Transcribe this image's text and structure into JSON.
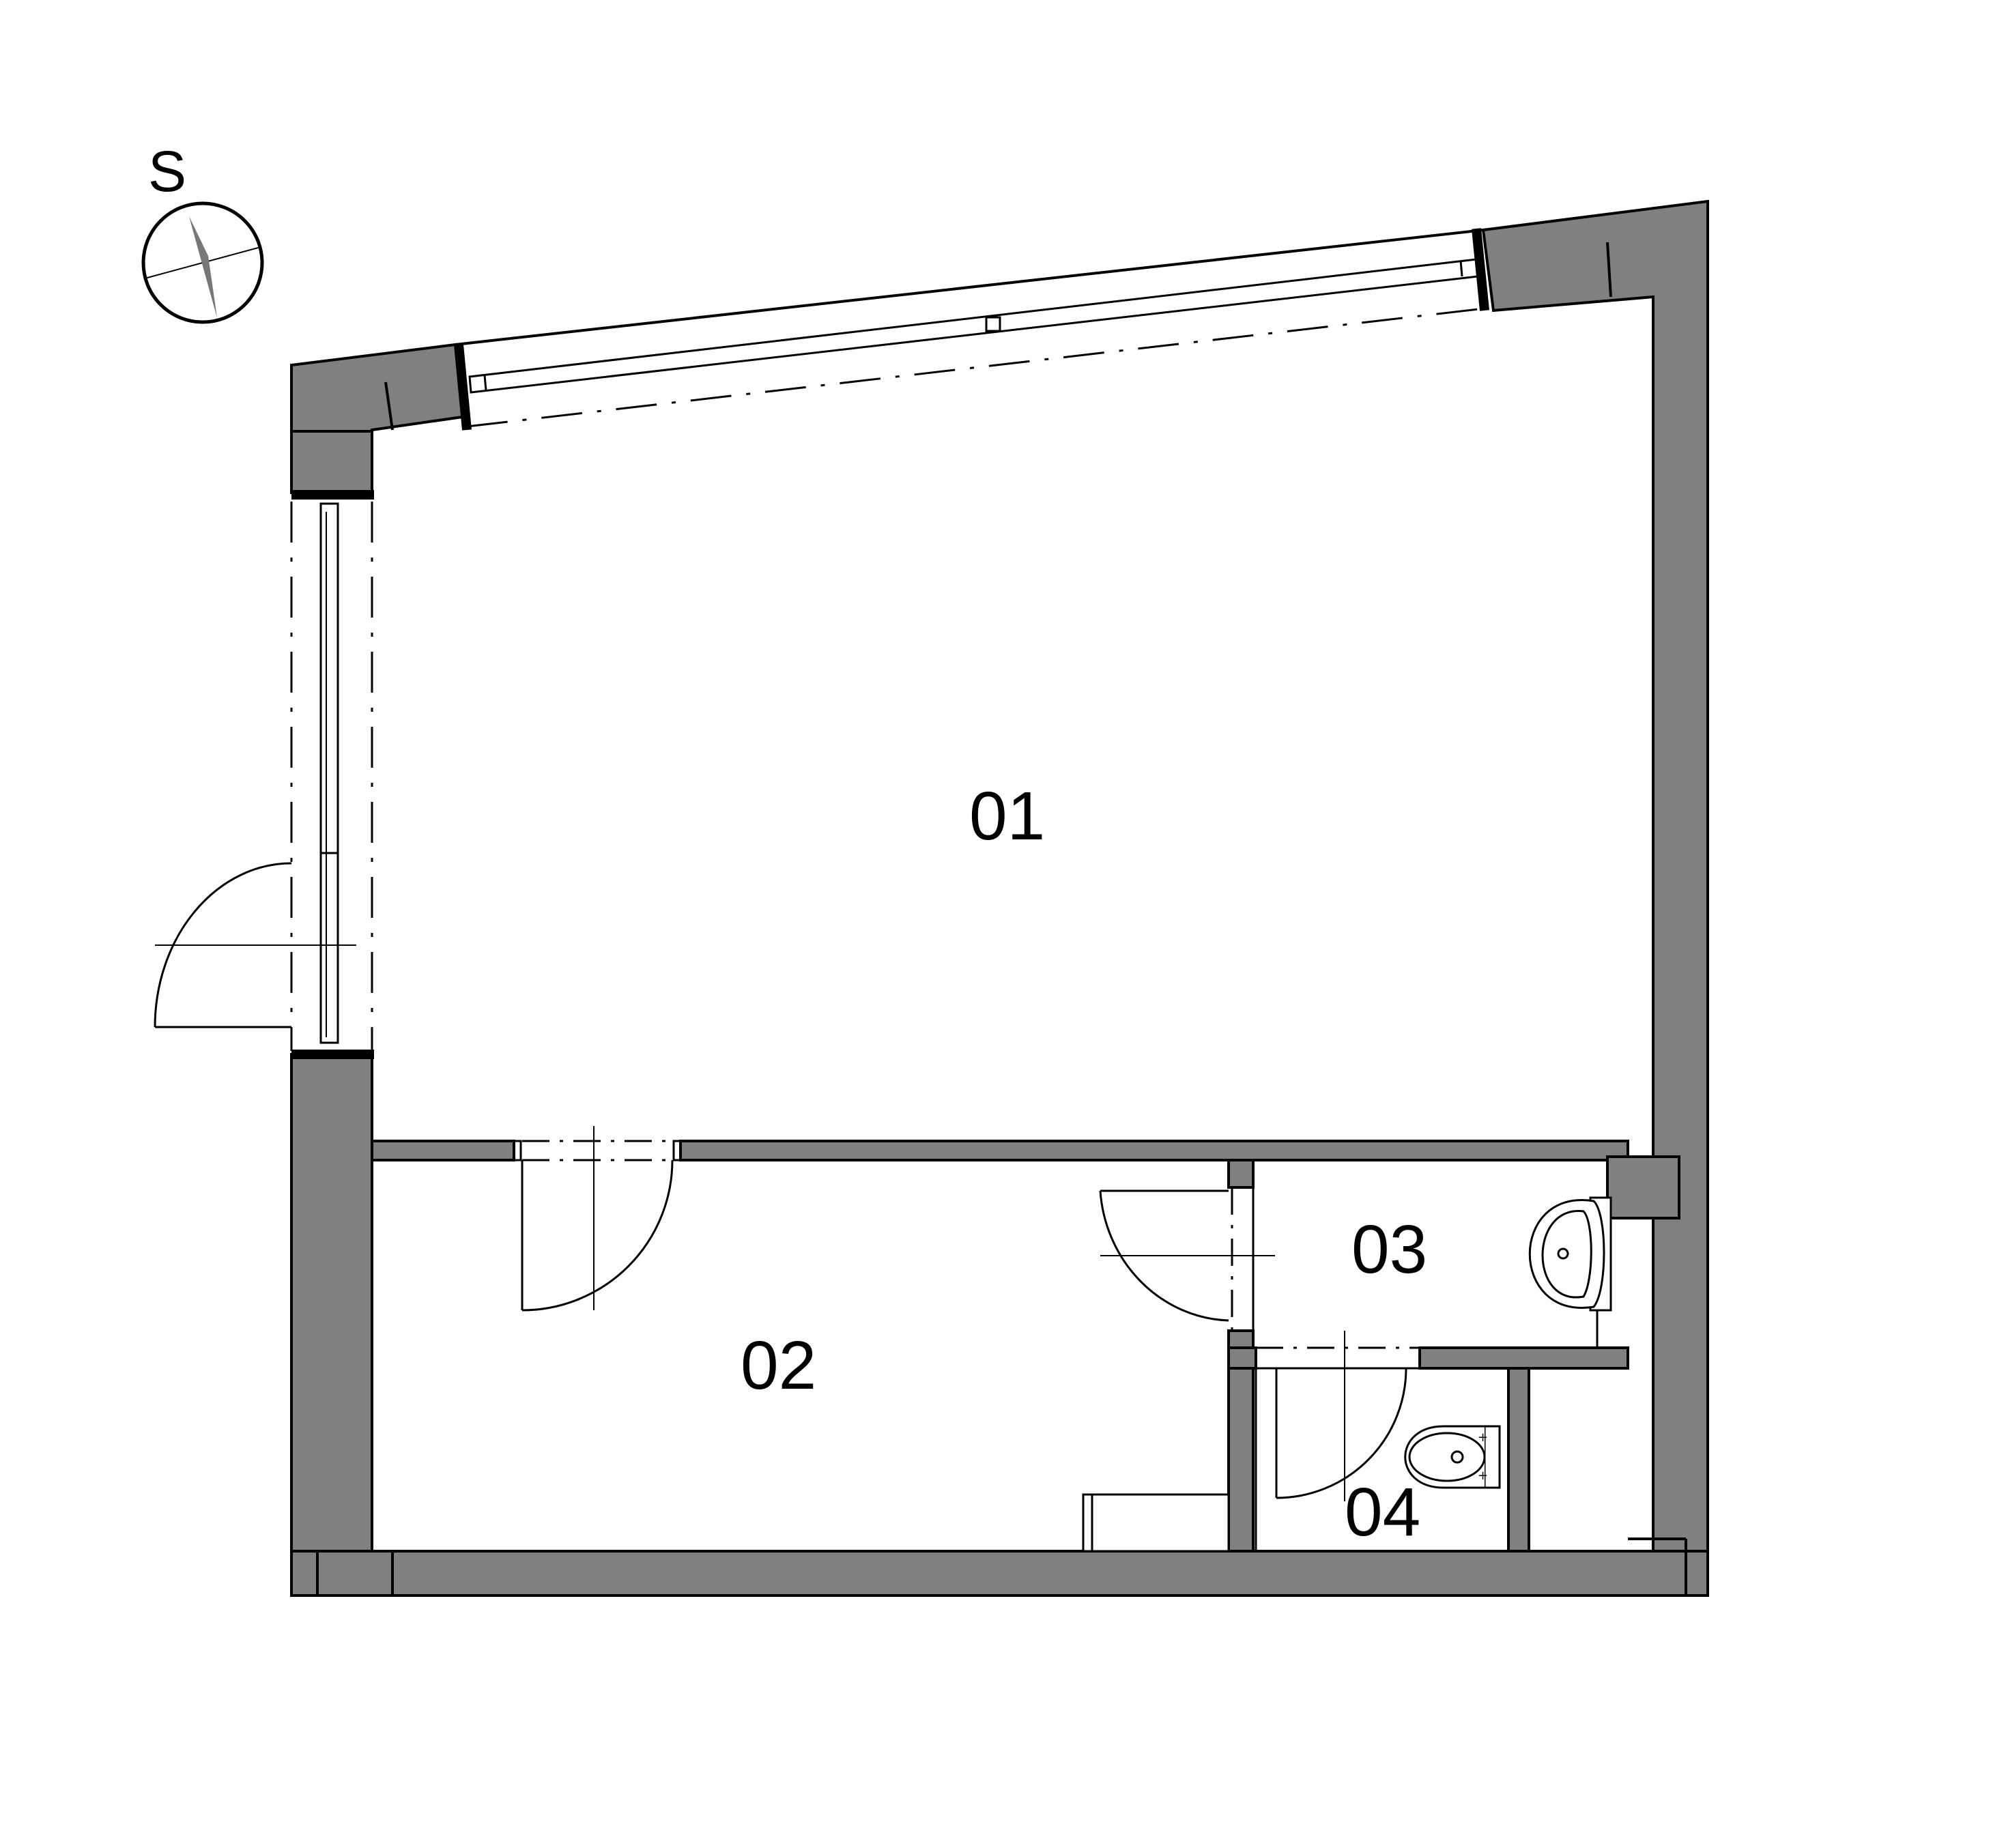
{
  "compass": {
    "letter": "S"
  },
  "rooms": [
    {
      "id": "01",
      "label": "01"
    },
    {
      "id": "02",
      "label": "02"
    },
    {
      "id": "03",
      "label": "03"
    },
    {
      "id": "04",
      "label": "04"
    }
  ],
  "colors": {
    "wall": "#808080",
    "line": "#000000",
    "background": "#ffffff"
  }
}
